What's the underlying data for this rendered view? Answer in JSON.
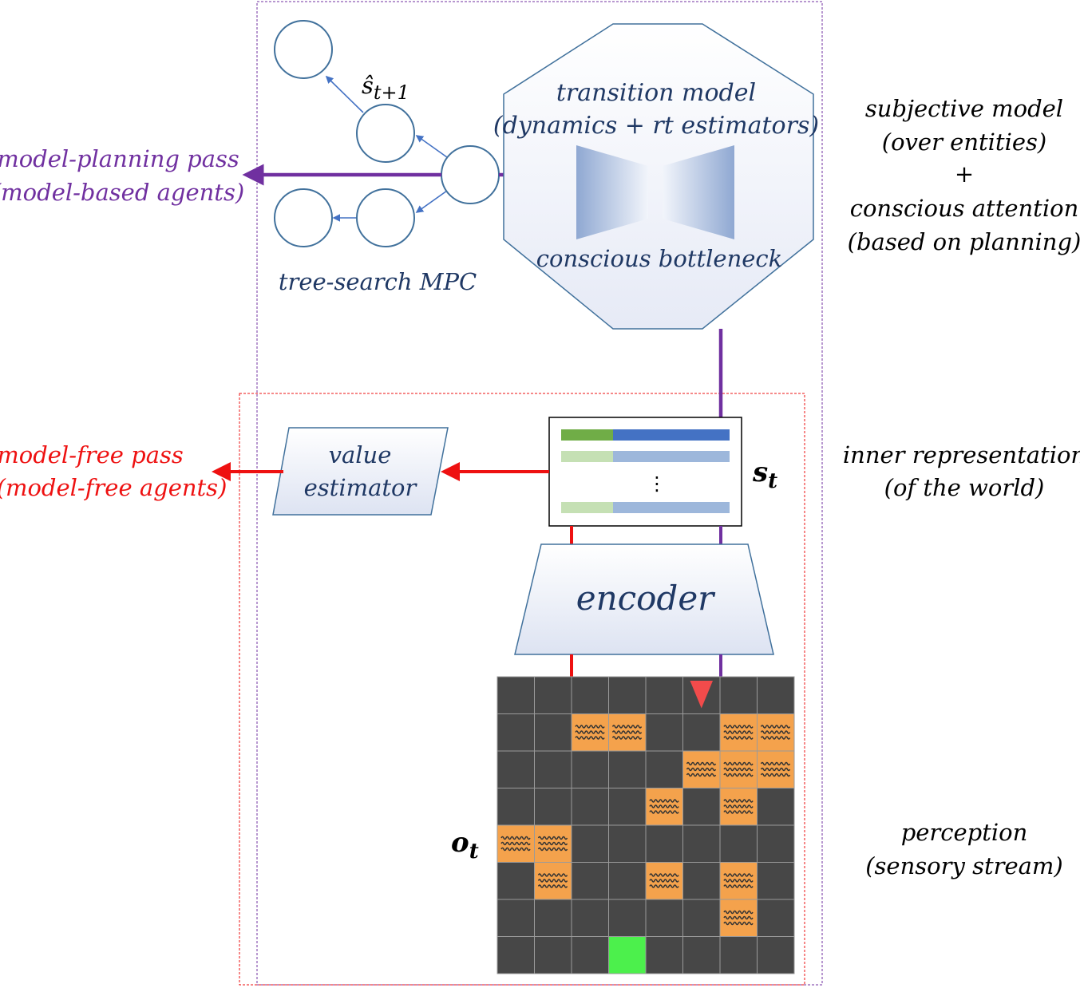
{
  "colors": {
    "purple": "#7030A0",
    "red": "#EE1111",
    "navy": "#1F3864",
    "node_blue": "#41719C",
    "arrow_blue": "#4472C4",
    "grid_dark": "#474747",
    "grid_line": "#9a9a9a",
    "lava": "#F4A24C",
    "agent": "#F24B4B",
    "goal": "#4CF04C",
    "bar_green": "#70AD47",
    "bar_blue": "#4472C4",
    "bar_green_light": "#C5E0B4",
    "bar_blue_light": "#9DB7DB"
  },
  "labels": {
    "model_planning_line1": "model-planning pass",
    "model_planning_line2": "(model-based agents)",
    "model_free_line1": "model-free pass",
    "model_free_line2": "(model-free agents)",
    "shat_base": "ŝ",
    "shat_sub": "t+1",
    "tree_search": "tree-search MPC",
    "transition_line1": "transition model",
    "transition_line2": "(dynamics + rt estimators)",
    "bottleneck": "conscious bottleneck",
    "value_line1": "value",
    "value_line2": "estimator",
    "state_base": "s",
    "state_sub": "t",
    "dots": "⋮",
    "encoder": "encoder",
    "obs_base": "o",
    "obs_sub": "t"
  },
  "right_annotations": {
    "subjective_line1": "subjective model",
    "subjective_line2": "(over entities)",
    "plus": "+",
    "conscious_line1": "conscious attention",
    "conscious_line2": "(based on planning)",
    "inner_line1": "inner representation",
    "inner_line2": "(of the world)",
    "perception_line1": "perception",
    "perception_line2": "(sensory stream)"
  },
  "grid": {
    "cols": 8,
    "rows": 8,
    "lava_cells": [
      [
        1,
        2
      ],
      [
        1,
        3
      ],
      [
        1,
        6
      ],
      [
        1,
        7
      ],
      [
        2,
        5
      ],
      [
        2,
        6
      ],
      [
        2,
        7
      ],
      [
        3,
        4
      ],
      [
        3,
        6
      ],
      [
        4,
        0
      ],
      [
        4,
        1
      ],
      [
        5,
        1
      ],
      [
        5,
        4
      ],
      [
        5,
        6
      ],
      [
        6,
        6
      ]
    ],
    "agent_cell": [
      0,
      5
    ],
    "goal_cell": [
      7,
      3
    ]
  }
}
